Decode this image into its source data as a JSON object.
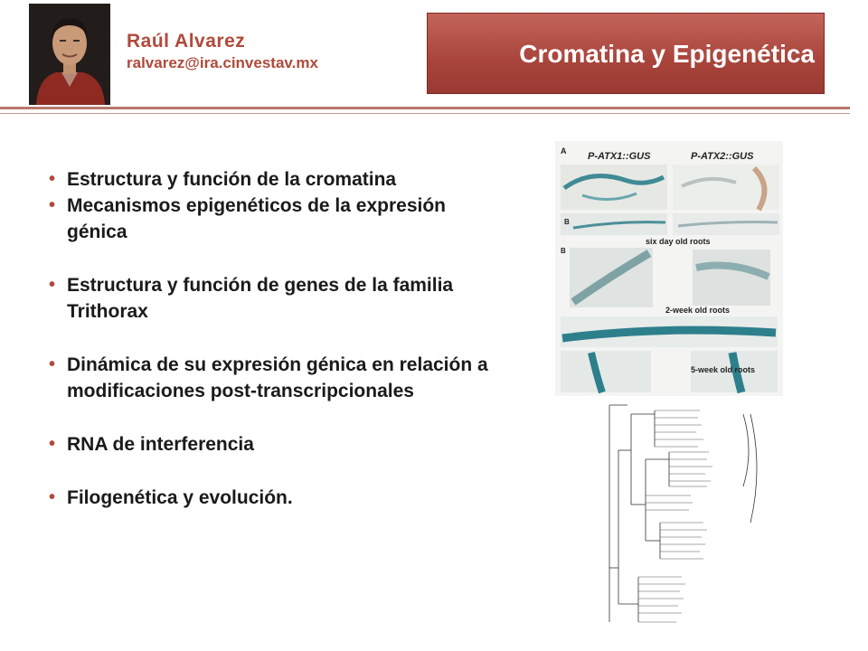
{
  "header": {
    "author_name": "Raúl Alvarez",
    "author_email": "ralvarez@ira.cinvestav.mx",
    "title": "Cromatina y Epigenética"
  },
  "bullets": [
    {
      "text": "Estructura y función de la cromatina"
    },
    {
      "text": "Mecanismos epigenéticos de la expresión génica"
    },
    {
      "text": "Estructura y función de genes de la familia Trithorax"
    },
    {
      "text": "Dinámica de su expresión génica en relación a modificaciones post-transcripcionales"
    },
    {
      "text": "RNA de interferencia"
    },
    {
      "text": "Filogenética y evolución."
    }
  ],
  "figure_a": {
    "panel_a": "A",
    "panel_b1": "B",
    "panel_b2": "B",
    "gus1": "P-ATX1::GUS",
    "gus2": "P-ATX2::GUS",
    "label_six_day": "six day old roots",
    "label_two_week": "2-week old roots",
    "label_five_week": "5-week old roots"
  },
  "colors": {
    "accent": "#b04a3a",
    "title_bg": "#a8443b",
    "stain": "#2e7f8c"
  }
}
